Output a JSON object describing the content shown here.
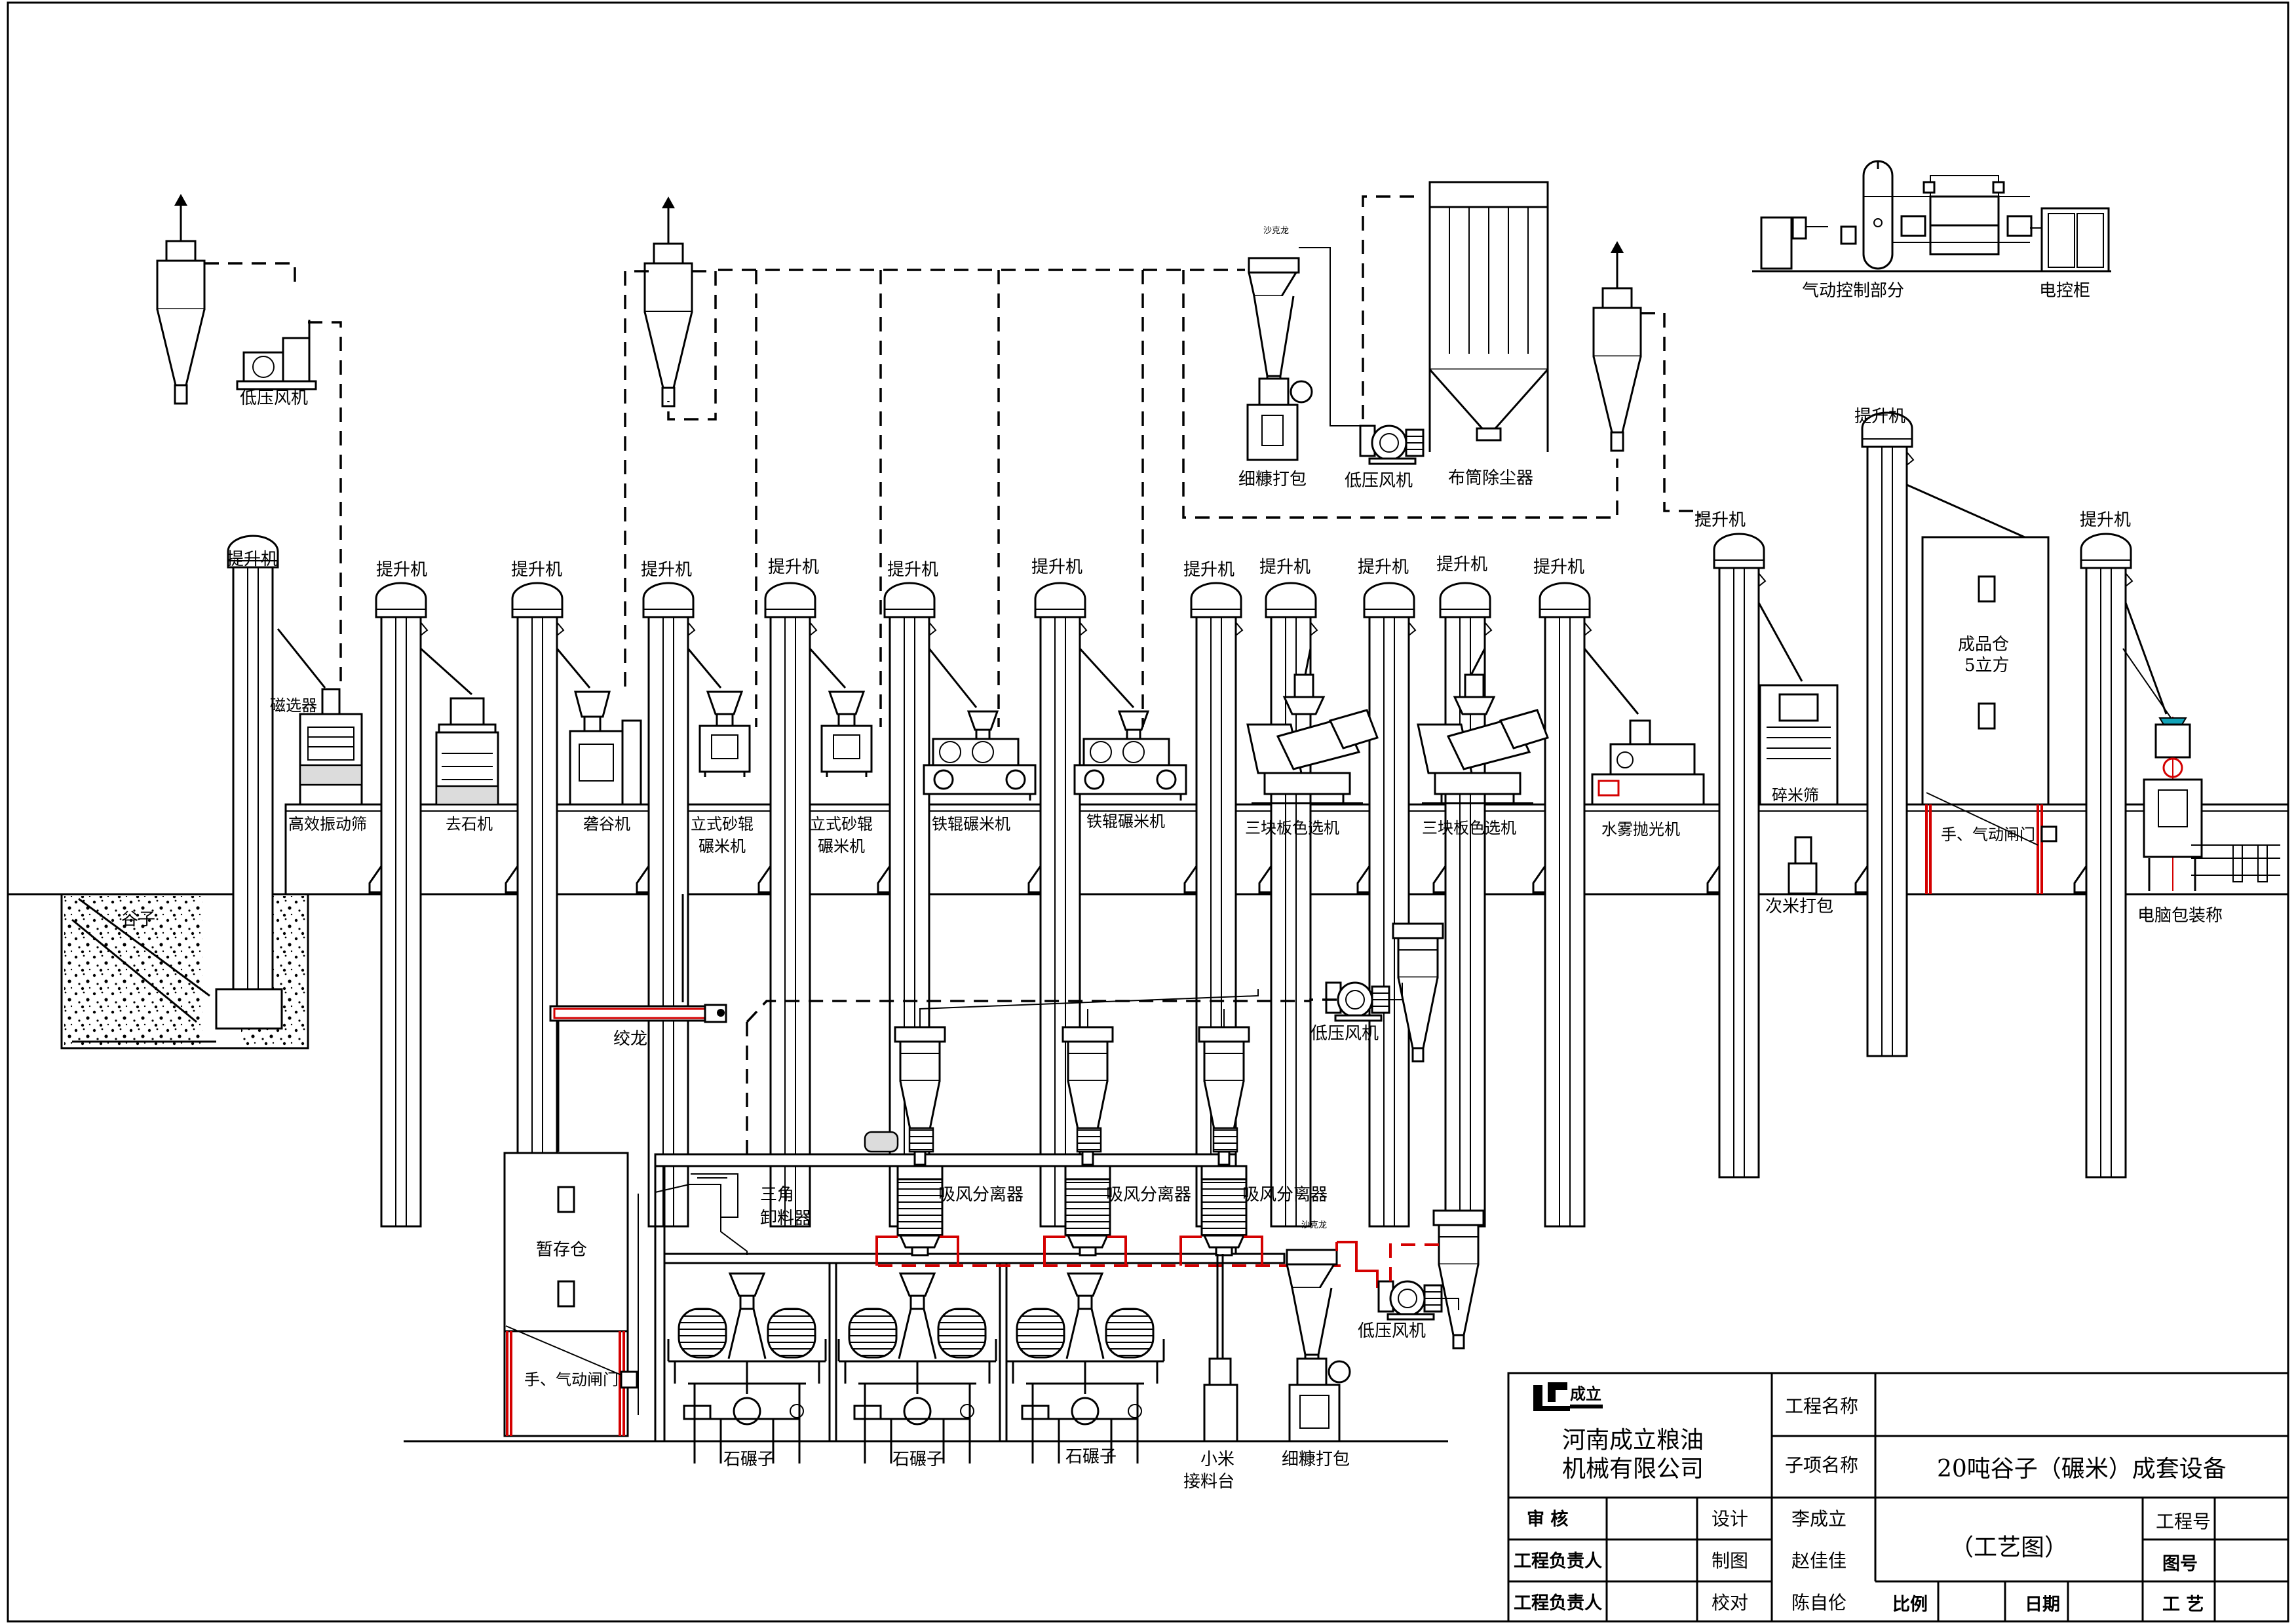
{
  "labels": {
    "grain_pit": "谷子",
    "elevator": "提升机",
    "low_pressure_fan": "低压风机",
    "magnetic_separator": "磁选器",
    "vibrating_screen": "高效振动筛",
    "destoner": "去石机",
    "sheller": "砻谷机",
    "vertical_emery_mill": "立式砂辊碾米机",
    "iron_roller_mill": "铁辊碾米机",
    "color_sorter": "三块板色选机",
    "water_mist_polisher": "水雾抛光机",
    "broken_rice_screen": "碎米筛",
    "product_bin": "成品仓",
    "product_bin_volume": "5立方",
    "manual_pneumatic_gate": "手、气动闸门",
    "computer_packing_scale": "电脑包装称",
    "second_grade_packing": "次米打包",
    "fine_bran_packing": "细糠打包",
    "bag_filter": "布筒除尘器",
    "pneumatic_control": "气动控制部分",
    "control_cabinet": "电控柜",
    "auger": "绞龙",
    "temp_bin": "暂存仓",
    "triangle_discharger": "三角卸料器",
    "suction_separator": "吸风分离器",
    "stone_mill": "石碾子",
    "millet_receiving": "小米接料台",
    "sand_dragon": "沙克龙"
  },
  "title_block": {
    "company": "河南成立粮油机械有限公司",
    "logo_text": "成立",
    "project_name_label": "工程名称",
    "project_name_value": "",
    "sub_item_label": "子项名称",
    "sub_item_value": "20吨谷子（碾米）成套设备",
    "review_label": "审  核",
    "engineer_label_1": "工程负责人",
    "engineer_label_2": "工程负责人",
    "design_label": "设计",
    "design_name": "李成立",
    "draft_label": "制图",
    "draft_name": "赵佳佳",
    "check_label": "校对",
    "check_name": "陈自伦",
    "drawing_type": "（工艺图）",
    "project_no_label": "工程号",
    "drawing_no_label": "图号",
    "scale_label": "比例",
    "date_label": "日期",
    "craft_label": "工  艺"
  }
}
